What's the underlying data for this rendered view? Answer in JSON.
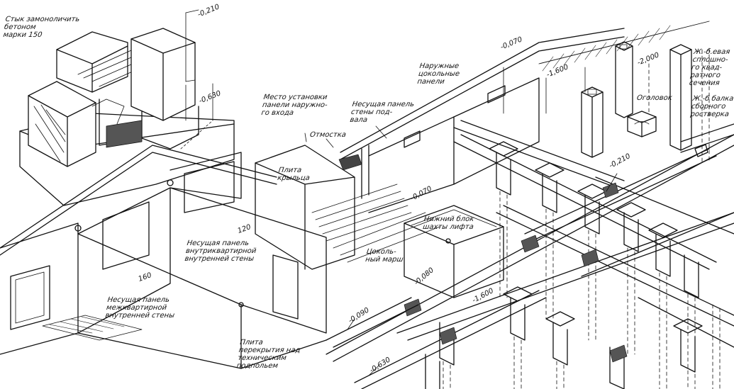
{
  "labels": {
    "joint": "Стык замоноличить\nбетоном\nмарки 150",
    "entrance_place": "Место установки\nпанели наружно-\nго входа",
    "bearing_basement": "Несущая панель\nстены под-\nвала",
    "outer_plinth": "Наружные\nцокольные\nпанели",
    "rc_column": "Ж.-б.евая\nсплошно-\nго квад-\nратного\nсечения",
    "pile_cap": "Оголовок",
    "rc_beam": "Ж.-б балка\nсборного\nростверка",
    "blind_area": "Отмостка",
    "porch_slab": "Плита\nкрыльца",
    "lift_block": "Нижний блок\nшахты лифта",
    "plinth_stairs": "Цоколь-\nный марш",
    "inter_apt_wall": "Несущая панель\nвнутриквартирной\nвнутренней стены",
    "between_apt_wall": "Несущая панель\nмежквартирной\nвнутренней стены",
    "floor_slab": "Плита\nперекрытия над\nтехническим\nподпольем"
  },
  "dimensions": {
    "d_0210_top": "-0,210",
    "d_0630_top": "-0,630",
    "d_0070_top": "-0,070",
    "d_1600_top": "-1,600",
    "d_2000": "-2,000",
    "d_0210_mid": "-0,210",
    "d_0070_mid": "-0,070",
    "d_120": "120",
    "d_160": "160",
    "d_0080": "-0,080",
    "d_1600_mid": "-1,600",
    "d_0090": "-0,090",
    "d_0630_bot": "-0,630"
  }
}
